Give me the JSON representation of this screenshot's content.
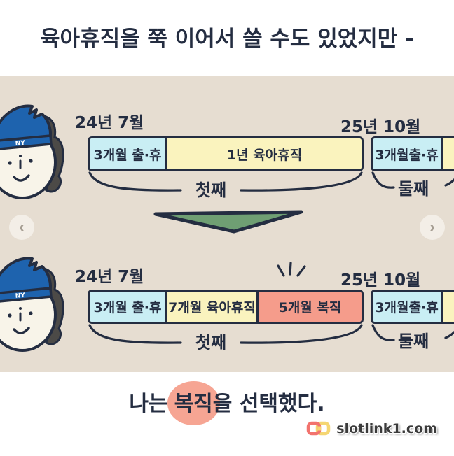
{
  "title": "육아휴직을 쭉 이어서 쓸 수도 있었지만 -",
  "colors": {
    "panel_bg": "#e6ddd1",
    "ink_navy": "#242d41",
    "segment_blue": "#c9eef4",
    "segment_yellow": "#faf3be",
    "segment_red": "#f59c8b",
    "arrow_green": "#6f9f73",
    "highlight_pink": "#f6a593",
    "cap_blue": "#1e63ae"
  },
  "carousel": {
    "prev_icon": "‹",
    "next_icon": "›"
  },
  "character": {
    "cap_text": "NY"
  },
  "timeline_before": {
    "start_date": "24년 7월",
    "end_date": "25년 10월",
    "segments": [
      {
        "label": "3개월 출·휴",
        "color": "blue"
      },
      {
        "label": "1년 육아휴직",
        "color": "yellow"
      },
      {
        "label": "3개월출·휴",
        "color": "blue"
      },
      {
        "label": "",
        "color": "yellow"
      }
    ],
    "child1_label": "첫째",
    "child2_label": "둘째"
  },
  "timeline_after": {
    "start_date": "24년 7월",
    "end_date": "25년 10월",
    "segments": [
      {
        "label": "3개월 출·휴",
        "color": "blue"
      },
      {
        "label": "7개월 육아휴직",
        "color": "yellow"
      },
      {
        "label": "5개월 복직",
        "color": "red"
      },
      {
        "label": "3개월출·휴",
        "color": "blue"
      },
      {
        "label": "",
        "color": "yellow"
      }
    ],
    "child1_label": "첫째",
    "child2_label": "둘째"
  },
  "caption": {
    "prefix": "나는",
    "highlight": "복직",
    "suffix": "을 선택했다."
  },
  "watermark": {
    "text": "slotlink1.com"
  }
}
